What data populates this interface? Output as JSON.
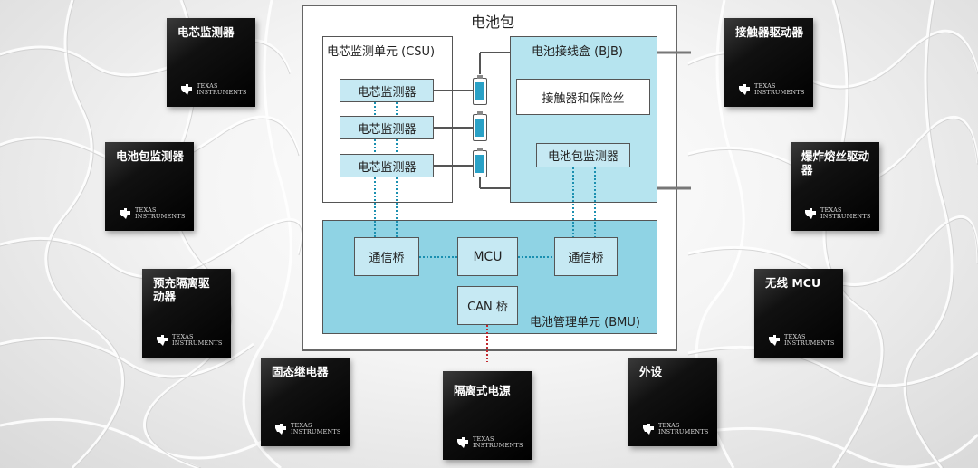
{
  "pack": {
    "title": "电池包",
    "csu": {
      "title": "电芯监测单元 (CSU)",
      "monitors": [
        "电芯监测器",
        "电芯监测器",
        "电芯监测器"
      ]
    },
    "bjb": {
      "title": "电池接线盒 (BJB)",
      "contactor_fuse": "接触器和保险丝",
      "pack_monitor": "电池包监测器"
    },
    "bmu": {
      "title": "电池管理单元 (BMU)",
      "bridge_left": "通信桥",
      "mcu": "MCU",
      "bridge_right": "通信桥",
      "can_bridge": "CAN 桥"
    }
  },
  "chips": {
    "cell_monitor": "电芯监测器",
    "pack_monitor": "电池包监测器",
    "precharge_driver": "预充隔离驱动器",
    "solid_state_relay": "固态继电器",
    "isolated_power": "隔离式电源",
    "peripheral": "外设",
    "contactor_driver": "接触器驱动器",
    "pyro_fuse_driver": "爆炸熔丝驱动器",
    "wireless_mcu": "无线 MCU"
  },
  "brand": {
    "line1": "TEXAS",
    "line2": "INSTRUMENTS"
  },
  "colors": {
    "bjb_fill": "#b6e4ef",
    "bmu_fill": "#8fd3e4",
    "cell_fill": "#2aa1c6",
    "link_dot": "#1a8fb0",
    "can_link": "#c0272d"
  }
}
